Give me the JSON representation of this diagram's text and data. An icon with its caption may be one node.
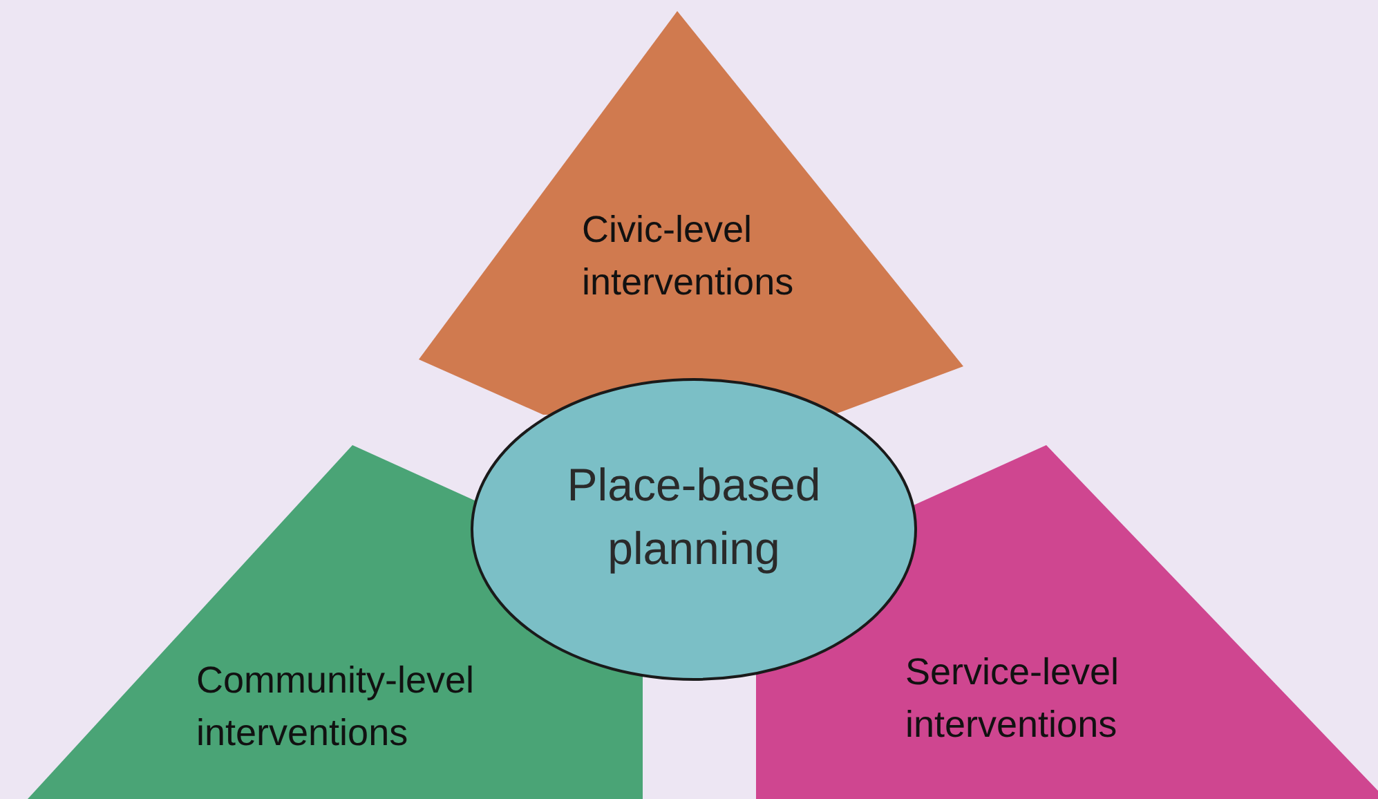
{
  "diagram": {
    "nodes": [
      {
        "text": [
          "Civic-level interventions"
        ]
      },
      {
        "text": [
          "Place-based planning"
        ]
      },
      {
        "text": [
          "Community-level interventions"
        ]
      },
      {
        "text": [
          "Service-level interventions"
        ]
      }
    ]
  }
}
